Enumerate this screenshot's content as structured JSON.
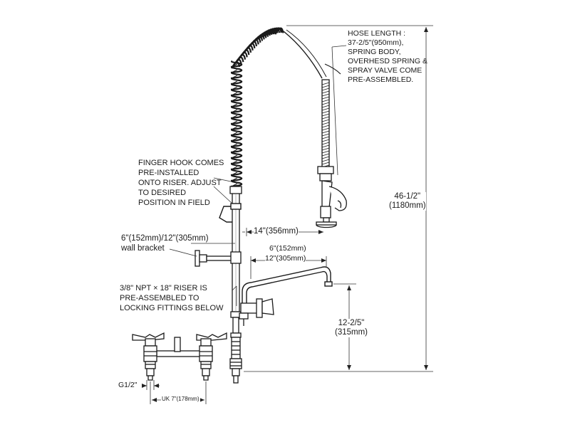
{
  "callouts": {
    "hose_length": [
      "HOSE LENGTH :",
      "37-2/5\"(950mm),",
      "SPRING BODY,",
      "OVERHESD SPRING &",
      "SPRAY VALVE COME",
      "PRE-ASSEMBLED."
    ],
    "finger_hook": [
      "FINGER HOOK COMES",
      "PRE-INSTALLED",
      "ONTO RISER. ADJUST",
      "TO DESIRED",
      "POSITION IN FIELD"
    ],
    "wall_bracket": [
      "6\"(152mm)/12\"(305mm)",
      "wall bracket"
    ],
    "riser": [
      "3/8\" NPT × 18\" RISER IS",
      "PRE-ASSEMBLED TO",
      "LOCKING FITTINGS BELOW"
    ]
  },
  "dimensions": {
    "total_height": [
      "46-1/2\"",
      "(1180mm)"
    ],
    "reach": "14\"(356mm)",
    "spout_short": "6\"(152mm)",
    "spout_long": "12\"(305mm)",
    "spout_height": [
      "12-2/5\"",
      "(315mm)"
    ],
    "inlet_thread": "G1/2\"",
    "centers": "UK 7\"(178mm)"
  }
}
